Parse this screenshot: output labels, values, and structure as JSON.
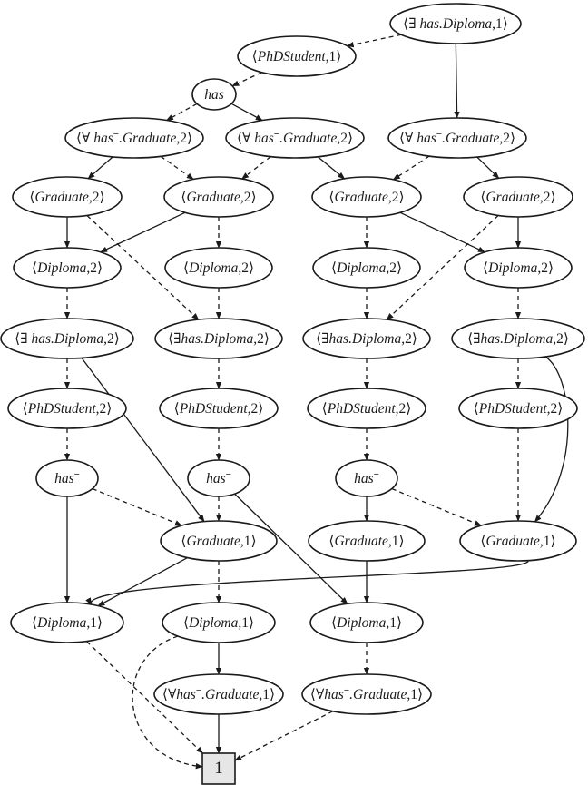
{
  "nodes": [
    {
      "id": "n1",
      "text": [
        [
          "br",
          "⟨"
        ],
        [
          "lbl",
          "∃ has.Diploma"
        ],
        [
          "br",
          ",1⟩"
        ]
      ]
    },
    {
      "id": "n2",
      "text": [
        [
          "br",
          "⟨"
        ],
        [
          "lbl",
          "PhDStudent"
        ],
        [
          "br",
          ",1⟩"
        ]
      ]
    },
    {
      "id": "n3",
      "text": [
        [
          "lbl",
          "has"
        ]
      ]
    },
    {
      "id": "n4",
      "text": [
        [
          "br",
          "⟨"
        ],
        [
          "lbl",
          "∀ has"
        ],
        [
          "sup",
          "−"
        ],
        [
          "lbl",
          ".Graduate"
        ],
        [
          "br",
          ",2⟩"
        ]
      ]
    },
    {
      "id": "n5",
      "text": [
        [
          "br",
          "⟨"
        ],
        [
          "lbl",
          "∀ has"
        ],
        [
          "sup",
          "−"
        ],
        [
          "lbl",
          ".Graduate"
        ],
        [
          "br",
          ",2⟩"
        ]
      ]
    },
    {
      "id": "n6",
      "text": [
        [
          "br",
          "⟨"
        ],
        [
          "lbl",
          "∀ has"
        ],
        [
          "sup",
          "−"
        ],
        [
          "lbl",
          ".Graduate"
        ],
        [
          "br",
          ",2⟩"
        ]
      ]
    },
    {
      "id": "n7",
      "text": [
        [
          "br",
          "⟨"
        ],
        [
          "lbl",
          "Graduate"
        ],
        [
          "br",
          ",2⟩"
        ]
      ]
    },
    {
      "id": "n8",
      "text": [
        [
          "br",
          "⟨"
        ],
        [
          "lbl",
          "Graduate"
        ],
        [
          "br",
          ",2⟩"
        ]
      ]
    },
    {
      "id": "n9",
      "text": [
        [
          "br",
          "⟨"
        ],
        [
          "lbl",
          "Graduate"
        ],
        [
          "br",
          ",2⟩"
        ]
      ]
    },
    {
      "id": "n10",
      "text": [
        [
          "br",
          "⟨"
        ],
        [
          "lbl",
          "Graduate"
        ],
        [
          "br",
          ",2⟩"
        ]
      ]
    },
    {
      "id": "n11",
      "text": [
        [
          "br",
          "⟨"
        ],
        [
          "lbl",
          "Diploma"
        ],
        [
          "br",
          ",2⟩"
        ]
      ]
    },
    {
      "id": "n12",
      "text": [
        [
          "br",
          "⟨"
        ],
        [
          "lbl",
          "Diploma"
        ],
        [
          "br",
          ",2⟩"
        ]
      ]
    },
    {
      "id": "n13",
      "text": [
        [
          "br",
          "⟨"
        ],
        [
          "lbl",
          "Diploma"
        ],
        [
          "br",
          ",2⟩"
        ]
      ]
    },
    {
      "id": "n14",
      "text": [
        [
          "br",
          "⟨"
        ],
        [
          "lbl",
          "Diploma"
        ],
        [
          "br",
          ",2⟩"
        ]
      ]
    },
    {
      "id": "n15",
      "text": [
        [
          "br",
          "⟨"
        ],
        [
          "lbl",
          "∃ has.Diploma"
        ],
        [
          "br",
          ",2⟩"
        ]
      ]
    },
    {
      "id": "n16",
      "text": [
        [
          "br",
          "⟨"
        ],
        [
          "lbl",
          "∃has.Diploma"
        ],
        [
          "br",
          ",2⟩"
        ]
      ]
    },
    {
      "id": "n17",
      "text": [
        [
          "br",
          "⟨"
        ],
        [
          "lbl",
          "∃has.Diploma"
        ],
        [
          "br",
          ",2⟩"
        ]
      ]
    },
    {
      "id": "n18",
      "text": [
        [
          "br",
          "⟨"
        ],
        [
          "lbl",
          "∃has.Diploma"
        ],
        [
          "br",
          ",2⟩"
        ]
      ]
    },
    {
      "id": "n19",
      "text": [
        [
          "br",
          "⟨"
        ],
        [
          "lbl",
          "PhDStudent"
        ],
        [
          "br",
          ",2⟩"
        ]
      ]
    },
    {
      "id": "n20",
      "text": [
        [
          "br",
          "⟨"
        ],
        [
          "lbl",
          "PhDStudent"
        ],
        [
          "br",
          ",2⟩"
        ]
      ]
    },
    {
      "id": "n21",
      "text": [
        [
          "br",
          "⟨"
        ],
        [
          "lbl",
          "PhDStudent"
        ],
        [
          "br",
          ",2⟩"
        ]
      ]
    },
    {
      "id": "n22",
      "text": [
        [
          "br",
          "⟨"
        ],
        [
          "lbl",
          "PhDStudent"
        ],
        [
          "br",
          ",2⟩"
        ]
      ]
    },
    {
      "id": "n23",
      "text": [
        [
          "lbl",
          "has"
        ],
        [
          "sup",
          "−"
        ]
      ]
    },
    {
      "id": "n24",
      "text": [
        [
          "lbl",
          "has"
        ],
        [
          "sup",
          "−"
        ]
      ]
    },
    {
      "id": "n25",
      "text": [
        [
          "lbl",
          "has"
        ],
        [
          "sup",
          "−"
        ]
      ]
    },
    {
      "id": "n26",
      "text": [
        [
          "br",
          "⟨"
        ],
        [
          "lbl",
          "Graduate"
        ],
        [
          "br",
          ",1⟩"
        ]
      ]
    },
    {
      "id": "n27",
      "text": [
        [
          "br",
          "⟨"
        ],
        [
          "lbl",
          "Graduate"
        ],
        [
          "br",
          ",1⟩"
        ]
      ]
    },
    {
      "id": "n28",
      "text": [
        [
          "br",
          "⟨"
        ],
        [
          "lbl",
          "Graduate"
        ],
        [
          "br",
          ",1⟩"
        ]
      ]
    },
    {
      "id": "n29",
      "text": [
        [
          "br",
          "⟨"
        ],
        [
          "lbl",
          "Diploma"
        ],
        [
          "br",
          ",1⟩"
        ]
      ]
    },
    {
      "id": "n30",
      "text": [
        [
          "br",
          "⟨"
        ],
        [
          "lbl",
          "Diploma"
        ],
        [
          "br",
          ",1⟩"
        ]
      ]
    },
    {
      "id": "n31",
      "text": [
        [
          "br",
          "⟨"
        ],
        [
          "lbl",
          "Diploma"
        ],
        [
          "br",
          ",1⟩"
        ]
      ]
    },
    {
      "id": "n32",
      "text": [
        [
          "br",
          "⟨∀"
        ],
        [
          "lbl",
          "has"
        ],
        [
          "sup",
          "−"
        ],
        [
          "lbl",
          ".Graduate"
        ],
        [
          "br",
          ",1⟩"
        ]
      ]
    },
    {
      "id": "n33",
      "text": [
        [
          "br",
          "⟨∀"
        ],
        [
          "lbl",
          "has"
        ],
        [
          "sup",
          "−"
        ],
        [
          "lbl",
          ".Graduate"
        ],
        [
          "br",
          ",1⟩"
        ]
      ]
    },
    {
      "id": "term",
      "text": [
        [
          "term",
          "1"
        ]
      ]
    }
  ],
  "edges": [
    {
      "from": "n1",
      "to": "n2",
      "style": "dashed"
    },
    {
      "from": "n1",
      "to": "n6",
      "style": "solid"
    },
    {
      "from": "n2",
      "to": "n3",
      "style": "dashed"
    },
    {
      "from": "n3",
      "to": "n4",
      "style": "dashed"
    },
    {
      "from": "n3",
      "to": "n5",
      "style": "solid"
    },
    {
      "from": "n4",
      "to": "n7",
      "style": "solid"
    },
    {
      "from": "n4",
      "to": "n8",
      "style": "dashed"
    },
    {
      "from": "n5",
      "to": "n8",
      "style": "dashed"
    },
    {
      "from": "n5",
      "to": "n9",
      "style": "solid"
    },
    {
      "from": "n6",
      "to": "n9",
      "style": "dashed"
    },
    {
      "from": "n6",
      "to": "n10",
      "style": "solid"
    },
    {
      "from": "n7",
      "to": "n11",
      "style": "solid"
    },
    {
      "from": "n7",
      "to": "n16",
      "style": "dashed"
    },
    {
      "from": "n8",
      "to": "n11",
      "style": "solid"
    },
    {
      "from": "n8",
      "to": "n12",
      "style": "dashed"
    },
    {
      "from": "n9",
      "to": "n13",
      "style": "dashed"
    },
    {
      "from": "n9",
      "to": "n14",
      "style": "solid"
    },
    {
      "from": "n10",
      "to": "n14",
      "style": "solid"
    },
    {
      "from": "n10",
      "to": "n17",
      "style": "dashed"
    },
    {
      "from": "n11",
      "to": "n15",
      "style": "dashed"
    },
    {
      "from": "n12",
      "to": "n16",
      "style": "dashed"
    },
    {
      "from": "n13",
      "to": "n17",
      "style": "dashed"
    },
    {
      "from": "n14",
      "to": "n18",
      "style": "dashed"
    },
    {
      "from": "n15",
      "to": "n19",
      "style": "dashed"
    },
    {
      "from": "n15",
      "to": "n26",
      "style": "solid"
    },
    {
      "from": "n16",
      "to": "n20",
      "style": "dashed"
    },
    {
      "from": "n17",
      "to": "n21",
      "style": "dashed"
    },
    {
      "from": "n18",
      "to": "n22",
      "style": "dashed"
    },
    {
      "from": "n18",
      "to": "n28",
      "style": "solid",
      "curve": "right"
    },
    {
      "from": "n19",
      "to": "n23",
      "style": "dashed"
    },
    {
      "from": "n20",
      "to": "n24",
      "style": "dashed"
    },
    {
      "from": "n21",
      "to": "n25",
      "style": "dashed"
    },
    {
      "from": "n22",
      "to": "n28",
      "style": "dashed"
    },
    {
      "from": "n23",
      "to": "n26",
      "style": "dashed"
    },
    {
      "from": "n23",
      "to": "n29",
      "style": "solid"
    },
    {
      "from": "n24",
      "to": "n26",
      "style": "dashed"
    },
    {
      "from": "n24",
      "to": "n31",
      "style": "solid"
    },
    {
      "from": "n25",
      "to": "n27",
      "style": "solid"
    },
    {
      "from": "n25",
      "to": "n28",
      "style": "dashed"
    },
    {
      "from": "n26",
      "to": "n29",
      "style": "solid"
    },
    {
      "from": "n26",
      "to": "n30",
      "style": "dashed"
    },
    {
      "from": "n27",
      "to": "n31",
      "style": "solid"
    },
    {
      "from": "n28",
      "to": "n29",
      "style": "solid",
      "curve": "long"
    },
    {
      "from": "n29",
      "to": "term",
      "style": "dashed"
    },
    {
      "from": "n30",
      "to": "n32",
      "style": "solid"
    },
    {
      "from": "n30",
      "to": "term",
      "style": "dashed",
      "curve": "left"
    },
    {
      "from": "n31",
      "to": "n33",
      "style": "dashed"
    },
    {
      "from": "n32",
      "to": "term",
      "style": "solid"
    },
    {
      "from": "n33",
      "to": "term",
      "style": "dashed"
    }
  ]
}
